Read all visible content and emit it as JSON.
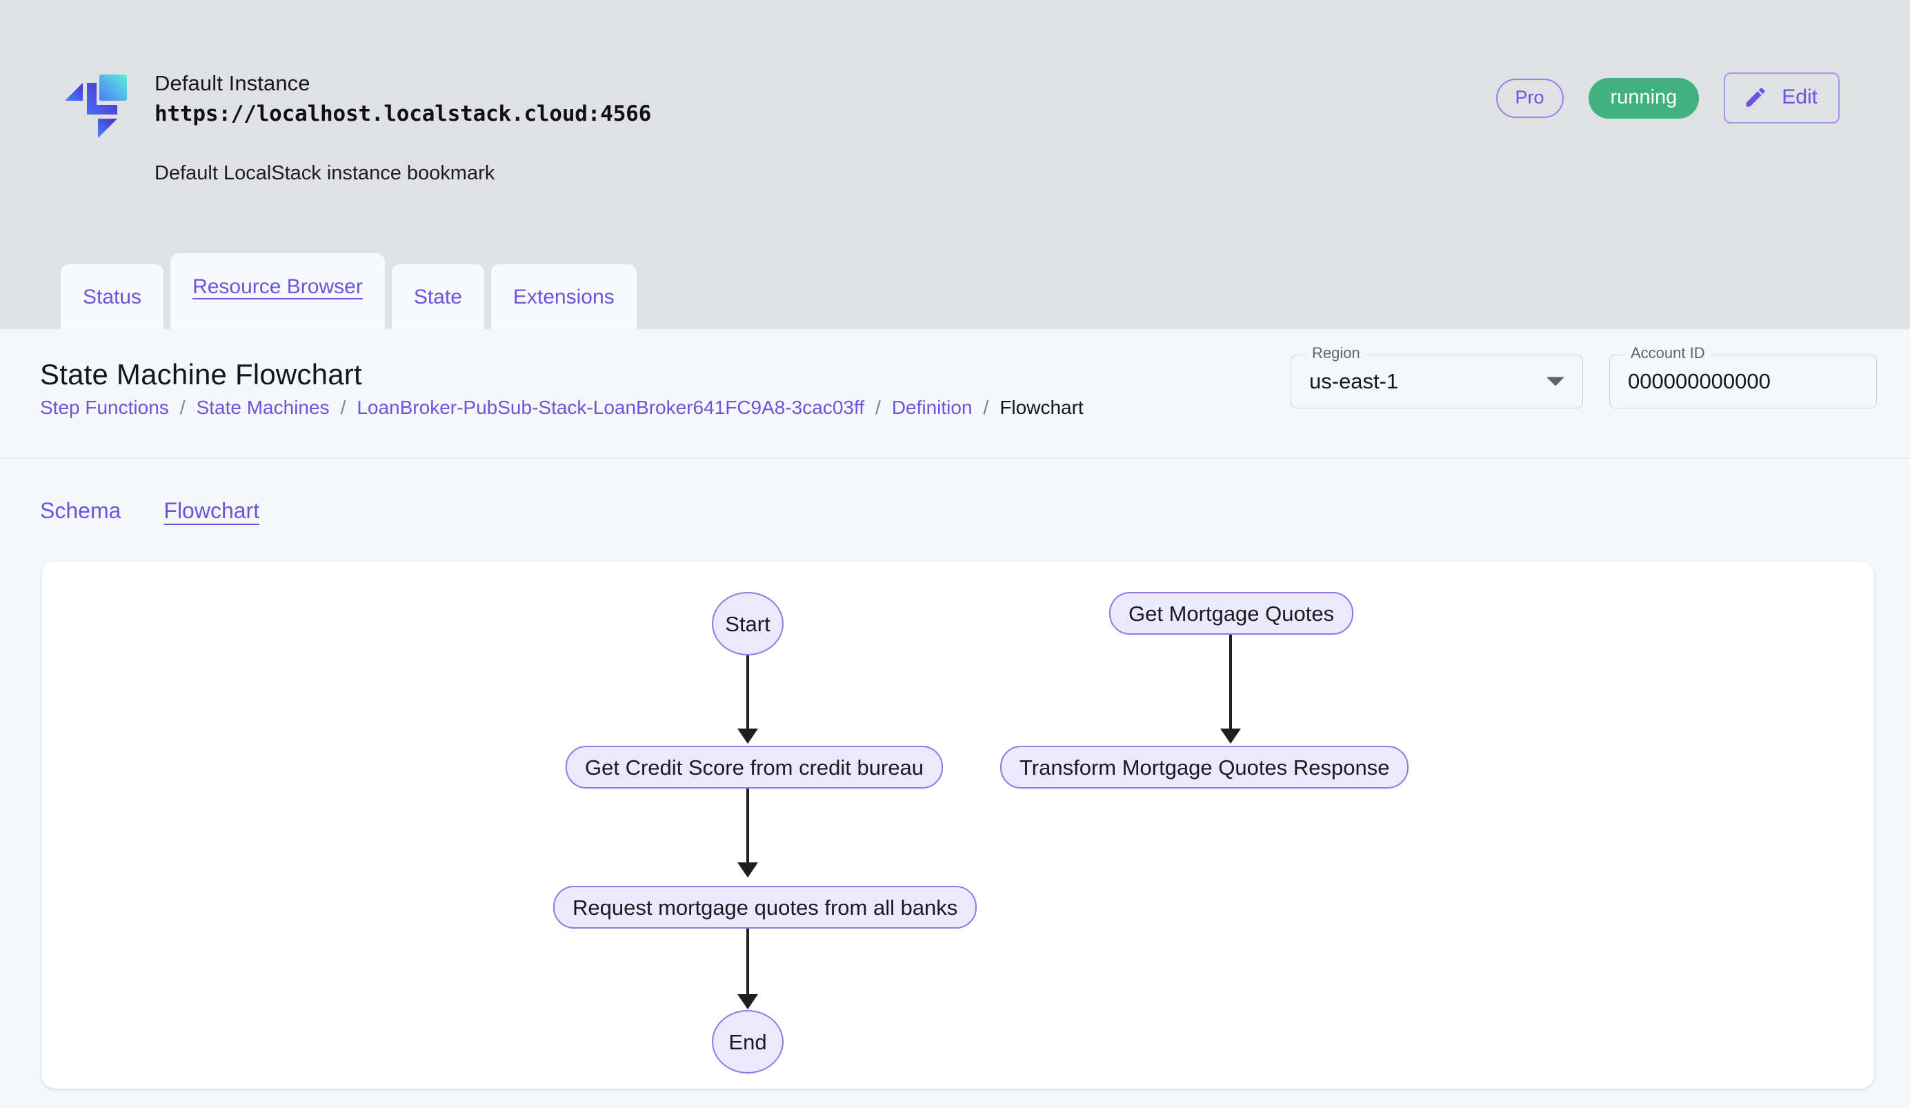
{
  "instance": {
    "name": "Default Instance",
    "endpoint": "https://localhost.localstack.cloud:4566",
    "description": "Default LocalStack instance bookmark",
    "logo_icon": "localstack-logo-icon",
    "pro_badge": "Pro",
    "status": "running",
    "status_color": "#3fb27f",
    "edit_label": "Edit",
    "edit_icon": "pencil-icon"
  },
  "tabs": [
    {
      "label": "Status",
      "active": false
    },
    {
      "label": "Resource Browser",
      "active": true
    },
    {
      "label": "State",
      "active": false
    },
    {
      "label": "Extensions",
      "active": false
    }
  ],
  "page": {
    "title": "State Machine Flowchart",
    "breadcrumb": [
      {
        "label": "Step Functions",
        "current": false
      },
      {
        "label": "State Machines",
        "current": false
      },
      {
        "label": "LoanBroker-PubSub-Stack-LoanBroker641FC9A8-3cac03ff",
        "current": false
      },
      {
        "label": "Definition",
        "current": false
      },
      {
        "label": "Flowchart",
        "current": true
      }
    ],
    "breadcrumb_separator": "/"
  },
  "selectors": {
    "region": {
      "legend": "Region",
      "value": "us-east-1",
      "caret_icon": "chevron-down-icon"
    },
    "account": {
      "legend": "Account ID",
      "value": "000000000000",
      "placeholder": "000000000000"
    }
  },
  "subtabs": [
    {
      "label": "Schema",
      "active": false
    },
    {
      "label": "Flowchart",
      "active": true
    }
  ],
  "flowchart": {
    "accent_border": "#9a74e8",
    "node_fill": "#ece8fd",
    "edge_color": "#1f1f22",
    "nodes": [
      {
        "id": "start",
        "label": "Start",
        "shape": "terminal"
      },
      {
        "id": "credit",
        "label": "Get Credit Score from credit bureau",
        "shape": "step"
      },
      {
        "id": "request",
        "label": "Request mortgage quotes from all banks",
        "shape": "step"
      },
      {
        "id": "end",
        "label": "End",
        "shape": "terminal"
      },
      {
        "id": "quotes",
        "label": "Get Mortgage Quotes",
        "shape": "step"
      },
      {
        "id": "transform",
        "label": "Transform Mortgage Quotes Response",
        "shape": "step"
      }
    ],
    "edges": [
      {
        "from": "start",
        "to": "credit"
      },
      {
        "from": "credit",
        "to": "request"
      },
      {
        "from": "request",
        "to": "end"
      },
      {
        "from": "quotes",
        "to": "transform"
      }
    ]
  }
}
